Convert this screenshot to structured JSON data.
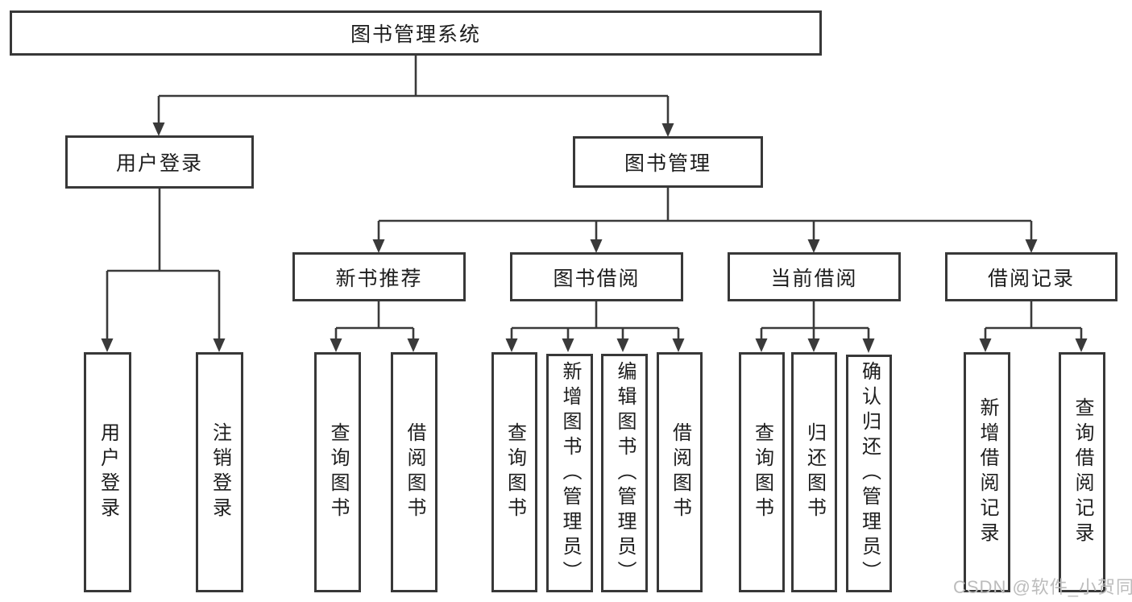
{
  "diagram": {
    "root": "图书管理系统",
    "branches": [
      {
        "label": "用户登录",
        "children": [
          "用户登录",
          "注销登录"
        ]
      },
      {
        "label": "图书管理",
        "groups": [
          {
            "label": "新书推荐",
            "children": [
              "查询图书",
              "借阅图书"
            ]
          },
          {
            "label": "图书借阅",
            "children": [
              "查询图书",
              "新增图书（管理员）",
              "编辑图书（管理员）",
              "借阅图书"
            ]
          },
          {
            "label": "当前借阅",
            "children": [
              "查询图书",
              "归还图书",
              "确认归还（管理员）"
            ]
          },
          {
            "label": "借阅记录",
            "children": [
              "新增借阅记录",
              "查询借阅记录"
            ]
          }
        ]
      }
    ]
  },
  "watermark": {
    "text": "CSDN @软件_小贺同学"
  },
  "colors": {
    "line": "#3a3a3a",
    "box_border": "#383838",
    "text": "#1d1d1d",
    "watermark": "#bcbcbc",
    "background": "#ffffff"
  }
}
